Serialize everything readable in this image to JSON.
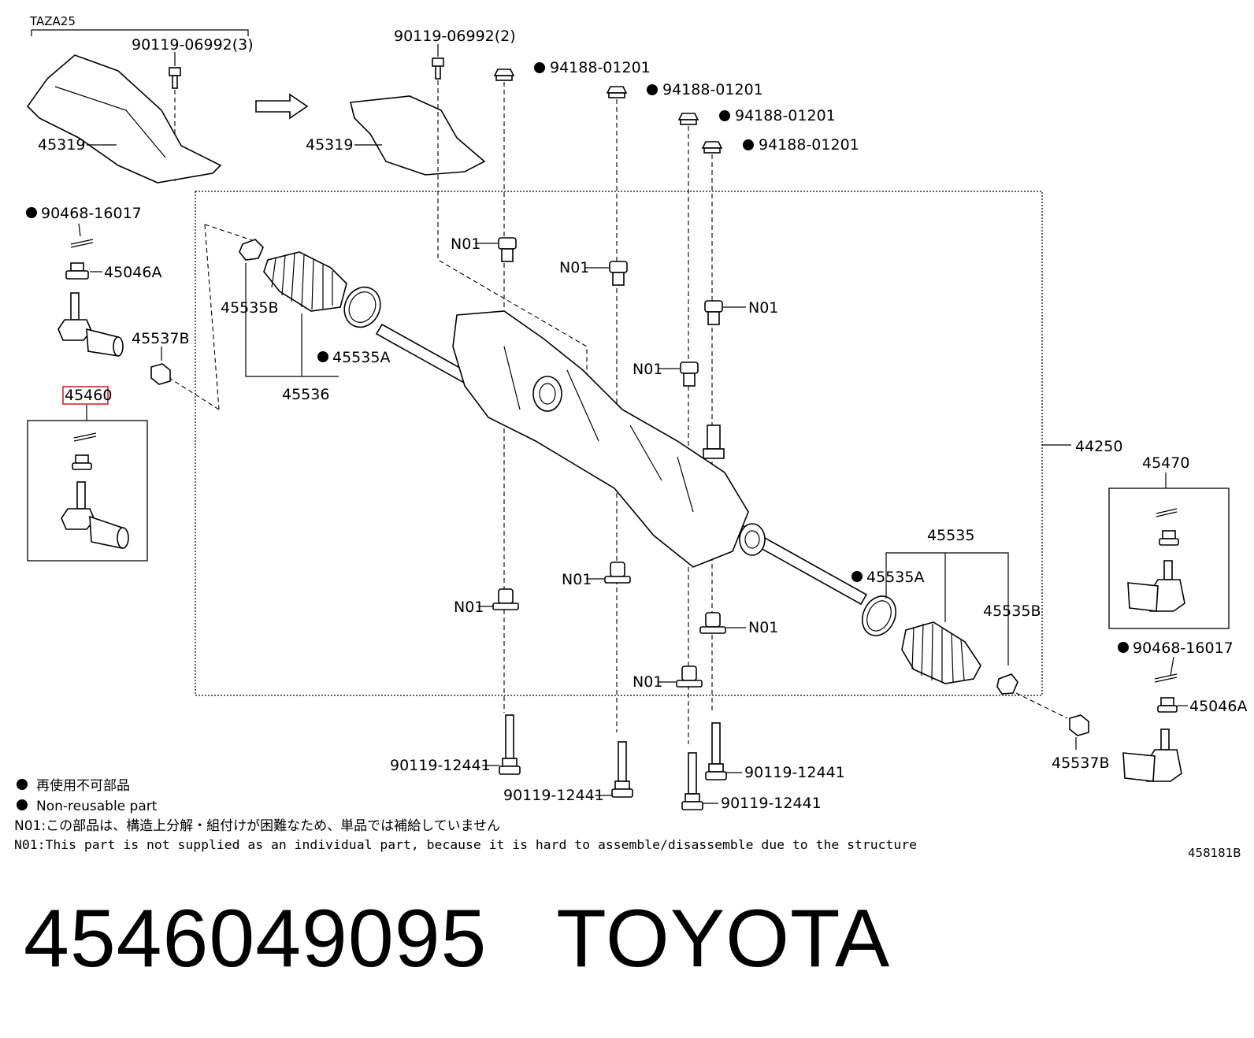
{
  "diagram": {
    "group_label": "TAZA25",
    "diagram_code": "458181B",
    "labels": {
      "bolt_3": "90119-06992(3)",
      "bolt_2": "90119-06992(2)",
      "cover_left": "45319",
      "cover_right": "45319",
      "nut_1": "94188-01201",
      "nut_2": "94188-01201",
      "nut_3": "94188-01201",
      "nut_4": "94188-01201",
      "pin_left": "90468-16017",
      "castle_nut_left": "45046A",
      "boot_clamp_left": "45535B",
      "clamp_left_a": "45535A",
      "boot_left": "45536",
      "rack_end_nut_left": "45537B",
      "tie_rod_end_left": "45460",
      "gear_assy": "44250",
      "tie_rod_end_right": "45470",
      "boot_right": "45535",
      "clamp_right_a": "45535A",
      "boot_clamp_right": "45535B",
      "pin_right": "90468-16017",
      "castle_nut_right": "45046A",
      "rack_end_nut_right": "45537B",
      "n01_1": "N01",
      "n01_2": "N01",
      "n01_3": "N01",
      "n01_4": "N01",
      "n01_5": "N01",
      "n01_6": "N01",
      "n01_7": "N01",
      "n01_8": "N01",
      "bolt_b1": "90119-12441",
      "bolt_b2": "90119-12441",
      "bolt_b3": "90119-12441",
      "bolt_b4": "90119-12441"
    },
    "legend": {
      "jp_nonreusable": "再使用不可部品",
      "en_nonreusable": "Non-reusable part",
      "jp_n01": "N01:この部品は、構造上分解・組付けが困難なため、単品では補給していません",
      "en_n01": "N01:This part is not supplied as an individual part, because it is hard to assemble/disassemble due to the structure"
    },
    "highlight_color": "#dd2222"
  },
  "footer": {
    "title": "4546049095   TOYOTA"
  }
}
